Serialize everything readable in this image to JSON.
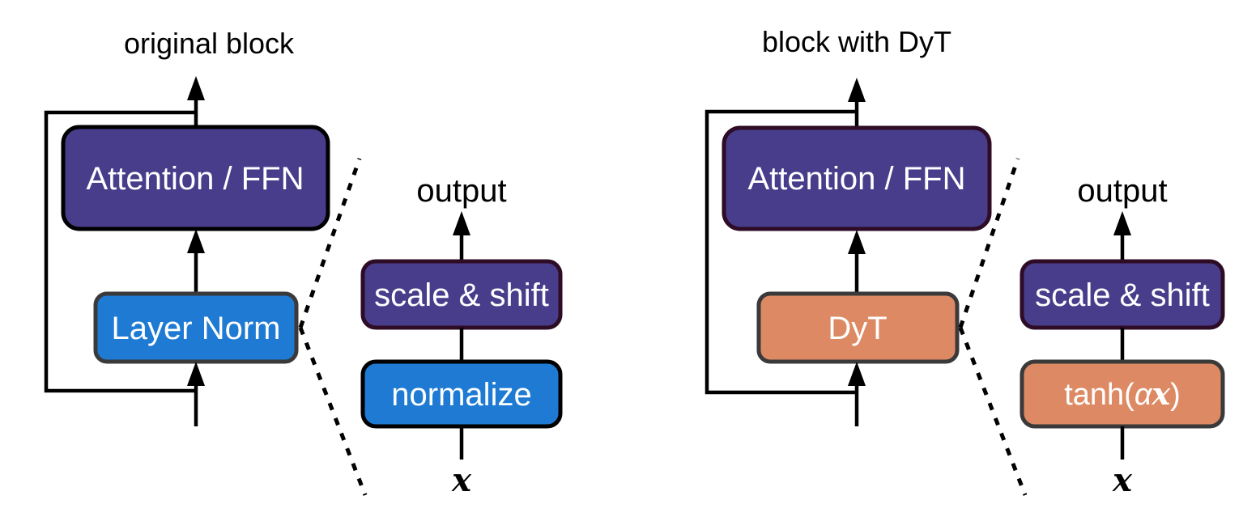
{
  "figure": {
    "left_diagram": {
      "title": "original block",
      "attention_label": "Attention / FFN",
      "norm_label": "Layer Norm"
    },
    "left_detail": {
      "output_label": "output",
      "scale_shift_label": "scale & shift",
      "normalize_label": "normalize",
      "input_symbol": "x"
    },
    "right_diagram": {
      "title": "block with DyT",
      "attention_label": "Attention / FFN",
      "dyt_label": "DyT"
    },
    "right_detail": {
      "output_label": "output",
      "scale_shift_label": "scale & shift",
      "tanh_label": {
        "pre": "tanh(",
        "alpha": "α",
        "var": "x",
        "post": ")"
      },
      "input_symbol": "x"
    }
  },
  "colors": {
    "attention_fill": "#483D8B",
    "scale_shift_fill": "#483D8B",
    "norm_fill": "#1E7AD2",
    "dyt_fill": "#DD8A64",
    "border_black": "#000000",
    "border_dark_gray": "#3A3A3A",
    "border_maroon": "#2E0C26",
    "line": "#000000",
    "text_dark": "#000000",
    "text_light": "#FFFFFF"
  }
}
